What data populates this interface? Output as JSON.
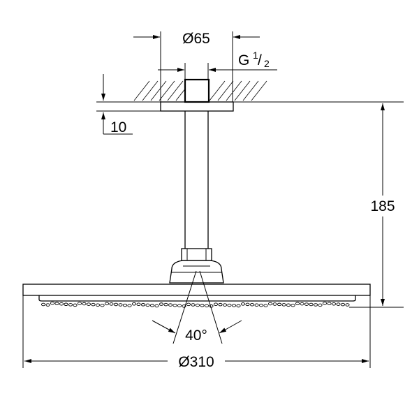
{
  "drawing": {
    "flange_diameter": "Ø65",
    "thread_label": "G",
    "thread_num": "1",
    "thread_den": "2",
    "flange_thickness": "10",
    "height": "185",
    "spray_angle": "40°",
    "head_diameter": "Ø310"
  }
}
